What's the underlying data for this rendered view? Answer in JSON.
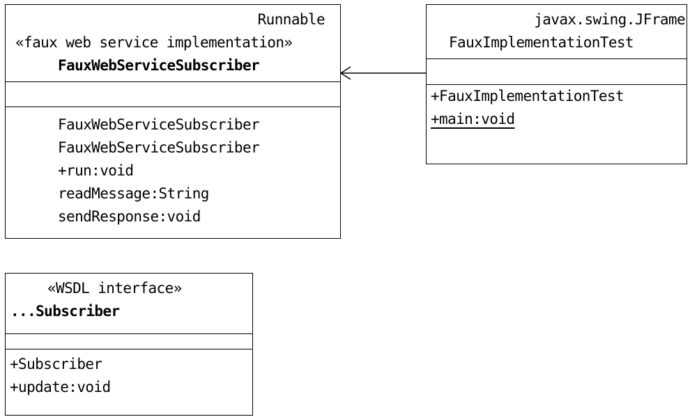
{
  "diagram": {
    "classes": [
      {
        "id": "faux-web-service-subscriber",
        "header": [
          "Runnable",
          "«faux web service implementation»",
          "FauxWebServiceSubscriber"
        ],
        "attributes": [],
        "operations": [
          "FauxWebServiceSubscriber",
          "FauxWebServiceSubscriber",
          "+run:void",
          "readMessage:String",
          "sendResponse:void"
        ]
      },
      {
        "id": "faux-implementation-test",
        "header": [
          "javax.swing.JFrame",
          "FauxImplementationTest"
        ],
        "attributes": [],
        "operations": [
          "+FauxImplementationTest",
          "+main:void"
        ],
        "static_operations": [
          "+main:void"
        ]
      },
      {
        "id": "wsdl-subscriber",
        "header": [
          "«WSDL interface»",
          "...Subscriber"
        ],
        "attributes": [],
        "operations": [
          "+Subscriber",
          "+update:void"
        ]
      }
    ],
    "relations": [
      {
        "from": "faux-implementation-test",
        "to": "faux-web-service-subscriber",
        "type": "navigable-association",
        "arrowhead": "open"
      }
    ]
  }
}
